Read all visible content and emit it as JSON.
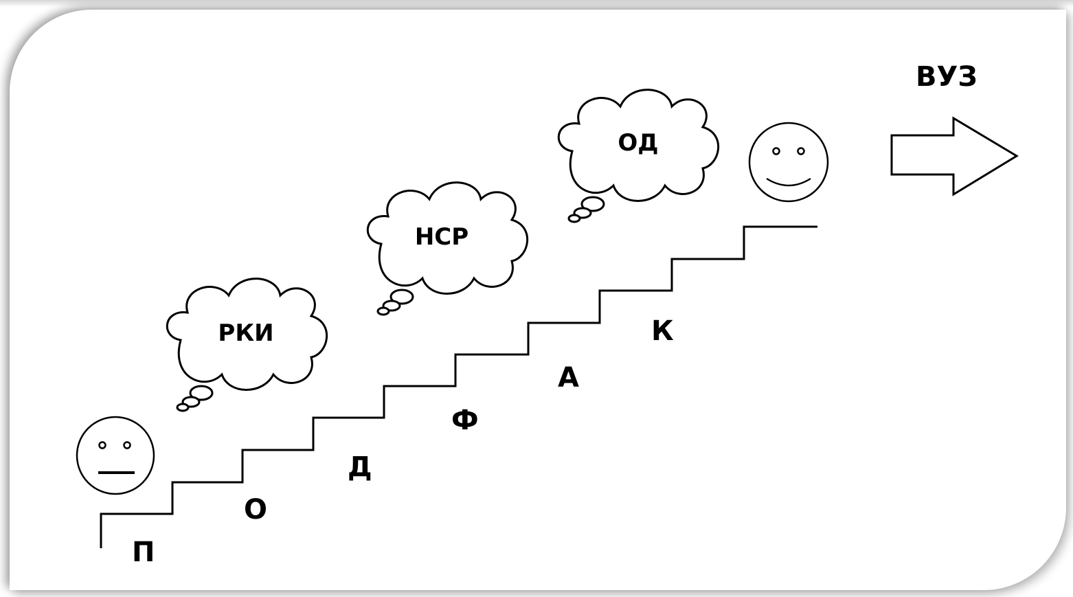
{
  "diagram": {
    "steps": [
      "П",
      "О",
      "Д",
      "Ф",
      "А",
      "К"
    ],
    "thoughts": [
      "РКИ",
      "НСР",
      "ОД"
    ],
    "destination": "ВУЗ",
    "faces": {
      "start": "neutral-face",
      "end": "smiling-face"
    },
    "arrow": "right-arrow-icon"
  }
}
